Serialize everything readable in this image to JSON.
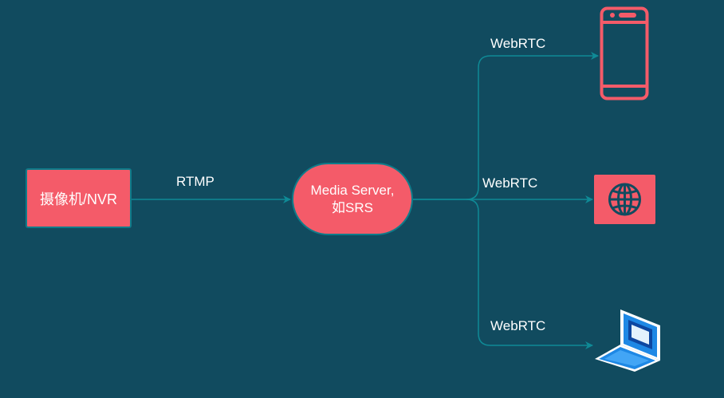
{
  "nodes": {
    "camera": {
      "label": "摄像机/NVR"
    },
    "server": {
      "line1": "Media Server,",
      "line2": "如SRS"
    }
  },
  "edges": {
    "rtmp": "RTMP",
    "webrtc_top": "WebRTC",
    "webrtc_middle": "WebRTC",
    "webrtc_bottom": "WebRTC"
  },
  "icons": {
    "phone": "smartphone-icon",
    "web": "globe-icon",
    "laptop": "laptop-icon"
  },
  "colors": {
    "background": "#114b5f",
    "node_fill": "#f45b69",
    "stroke": "#0f7c8a",
    "laptop_blue": "#1e88e5"
  }
}
